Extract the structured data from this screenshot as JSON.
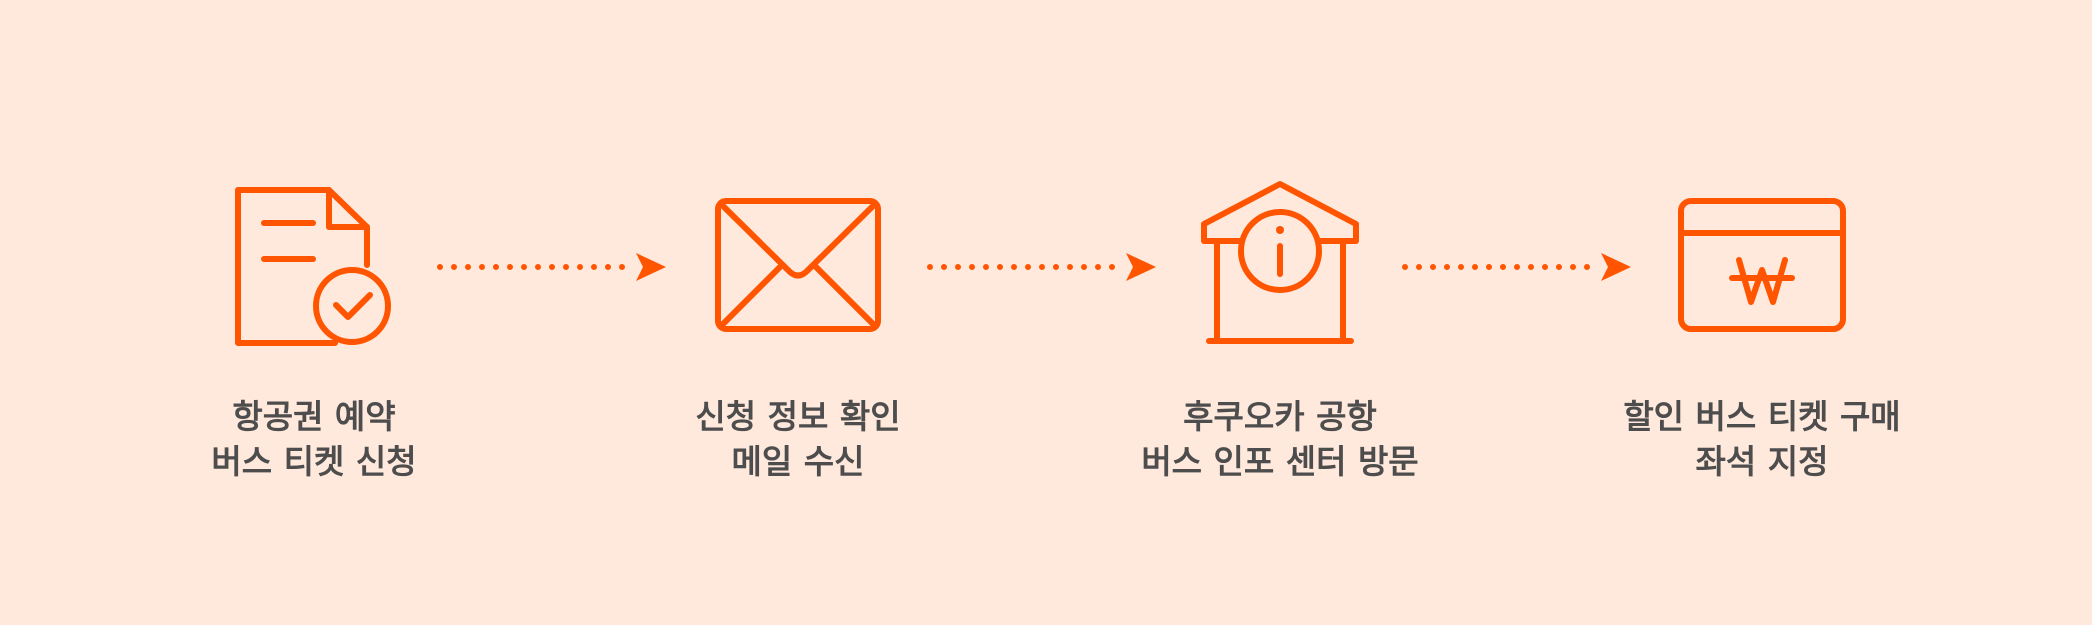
{
  "steps": [
    {
      "icon": "document-check-icon",
      "line1": "항공권 예약",
      "line2": "버스 티켓 신청"
    },
    {
      "icon": "envelope-icon",
      "line1": "신청 정보 확인",
      "line2": "메일 수신"
    },
    {
      "icon": "info-center-icon",
      "line1": "후쿠오카 공항",
      "line2": "버스 인포 센터 방문"
    },
    {
      "icon": "won-ticket-icon",
      "line1": "할인 버스 티켓 구매",
      "line2": "좌석 지정"
    }
  ],
  "colors": {
    "background": "#FFE8DC",
    "accent": "#FF5500",
    "text": "#4D4D4D"
  }
}
